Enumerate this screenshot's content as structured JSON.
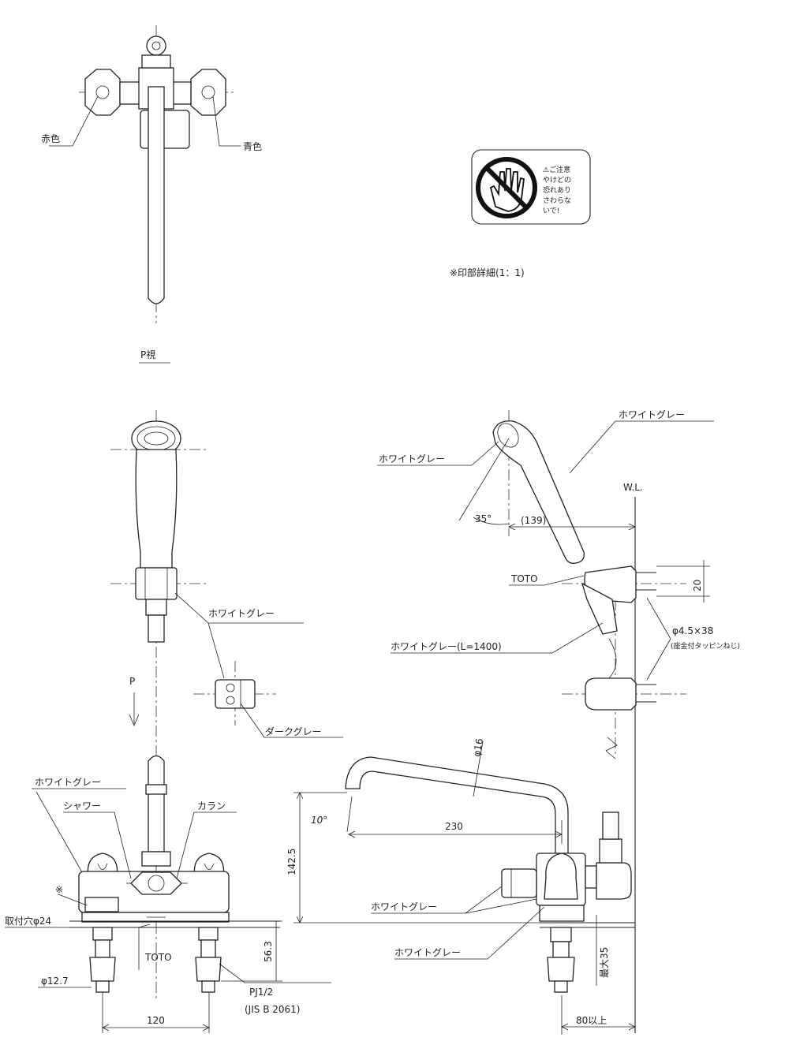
{
  "labels": {
    "red": "赤色",
    "blue": "青色",
    "p_view": "P視",
    "p_arrow": "P",
    "mark_detail": "※印部詳細(1：1)",
    "warning_line1": "⚠ご注意",
    "warning_line2": "やけどの",
    "warning_line3": "恐れあり",
    "warning_line4": "さわらな",
    "warning_line5": "いで!",
    "white_gray": "ホワイトグレー",
    "dark_gray": "ダークグレー",
    "shower": "シャワー",
    "karan": "カラン",
    "mark_star": "※",
    "mount_hole": "取付穴φ24",
    "toto": "TOTO",
    "dia_127": "φ12.7",
    "pj": "PJ1/2",
    "jis": "(JIS B 2061)",
    "dim_120": "120",
    "dim_563": "56.3",
    "dim_1425": "142.5",
    "dim_230": "230",
    "dim_10deg": "10°",
    "dim_phi16": "φ16",
    "white_gray_hose": "ホワイトグレー(L=1400)",
    "dim_35deg": "35°",
    "dim_139": "(139)",
    "wl": "W.L.",
    "dim_20": "20",
    "screw": "φ4.5×38",
    "screw_note": "(座金付タッピンねじ)",
    "max35": "最大35",
    "dim_80": "80以上"
  },
  "icons": {
    "no_touch": "no-touch-hand-icon"
  }
}
